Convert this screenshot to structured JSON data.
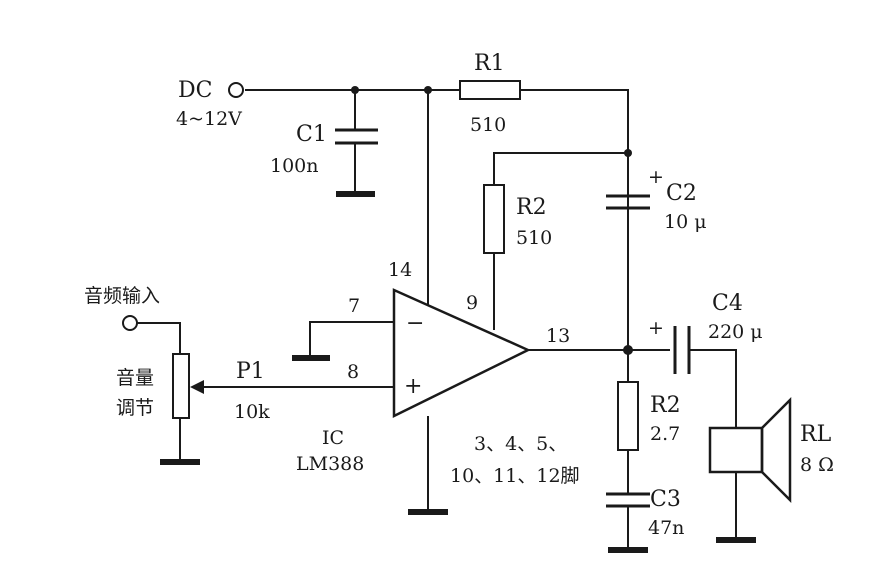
{
  "power": {
    "label": "DC",
    "voltage": "4~12V"
  },
  "r1": {
    "name": "R1",
    "value": "510"
  },
  "c1": {
    "name": "C1",
    "value": "100n"
  },
  "r2_top": {
    "name": "R2",
    "value": "510"
  },
  "c2": {
    "name": "C2",
    "value": "10 μ",
    "polarity": "+"
  },
  "c4": {
    "name": "C4",
    "value": "220 μ",
    "polarity": "+"
  },
  "r2_bottom": {
    "name": "R2",
    "value": "2.7"
  },
  "c3": {
    "name": "C3",
    "value": "47n"
  },
  "speaker": {
    "name": "RL",
    "value": "8 Ω"
  },
  "input": {
    "label": "音频输入"
  },
  "volume": {
    "label_line1": "音量",
    "label_line2": "调节"
  },
  "pot": {
    "name": "P1",
    "value": "10k"
  },
  "ic": {
    "name": "IC",
    "model": "LM388",
    "pins": {
      "p14": "14",
      "p7": "7",
      "p9": "9",
      "p8": "8",
      "p13": "13"
    },
    "inv_sign": "−",
    "noninv_sign": "+",
    "ground_pins_line1": "3、4、5、",
    "ground_pins_line2": "10、11、12脚"
  }
}
